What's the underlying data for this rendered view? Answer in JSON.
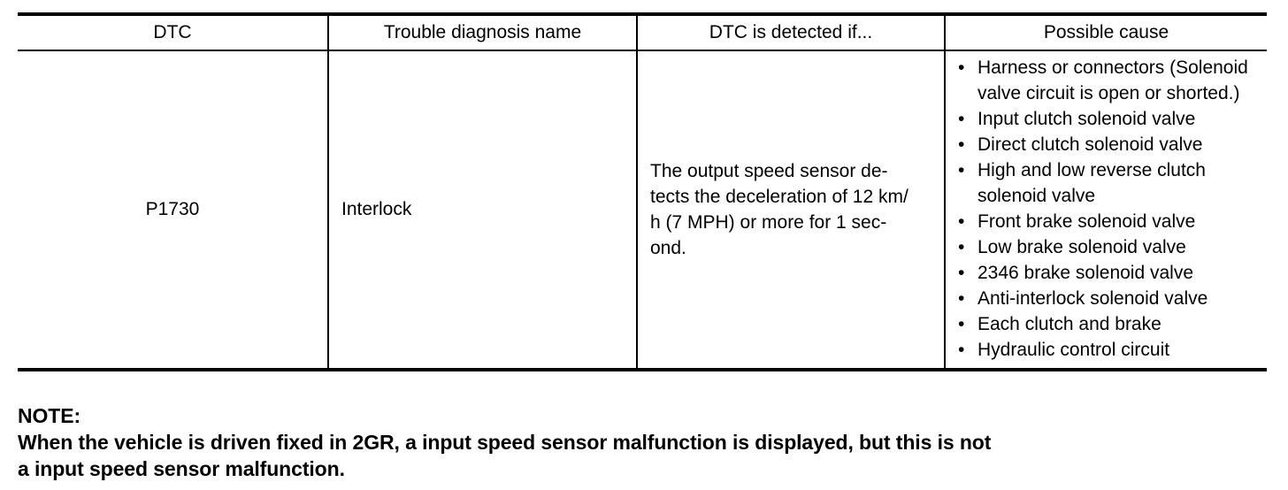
{
  "table": {
    "headers": [
      {
        "label": "DTC"
      },
      {
        "label": "Trouble diagnosis name"
      },
      {
        "label": "DTC is detected if..."
      },
      {
        "label": "Possible cause"
      }
    ],
    "row": {
      "dtc": "P1730",
      "trouble_diagnosis_name": "Interlock",
      "detected_if_lines": [
        "The output speed sensor de-",
        "tects the deceleration of 12 km/",
        "h (7 MPH) or more for 1 sec-",
        "ond."
      ],
      "detected_if_text": "The output speed sensor detects the deceleration of 12 km/h (7 MPH) or more for 1 second.",
      "possible_causes": [
        "Harness or connectors (Solenoid valve circuit is open or shorted.)",
        "Input clutch solenoid valve",
        "Direct clutch solenoid valve",
        "High and low reverse clutch solenoid valve",
        "Front brake solenoid valve",
        "Low brake solenoid valve",
        "2346 brake solenoid valve",
        "Anti-interlock solenoid valve",
        "Each clutch and brake",
        "Hydraulic control circuit"
      ],
      "bullet_glyph": "•"
    }
  },
  "note": {
    "heading": "NOTE:",
    "line1": "When the vehicle is driven fixed in 2GR, a input speed sensor malfunction is displayed, but this is not",
    "line2": "a input speed sensor malfunction.",
    "text": "When the vehicle is driven fixed in 2GR, a input speed sensor malfunction is displayed, but this is not a input speed sensor malfunction."
  },
  "colors": {
    "text": "#000000",
    "background": "#ffffff",
    "rule": "#000000"
  }
}
